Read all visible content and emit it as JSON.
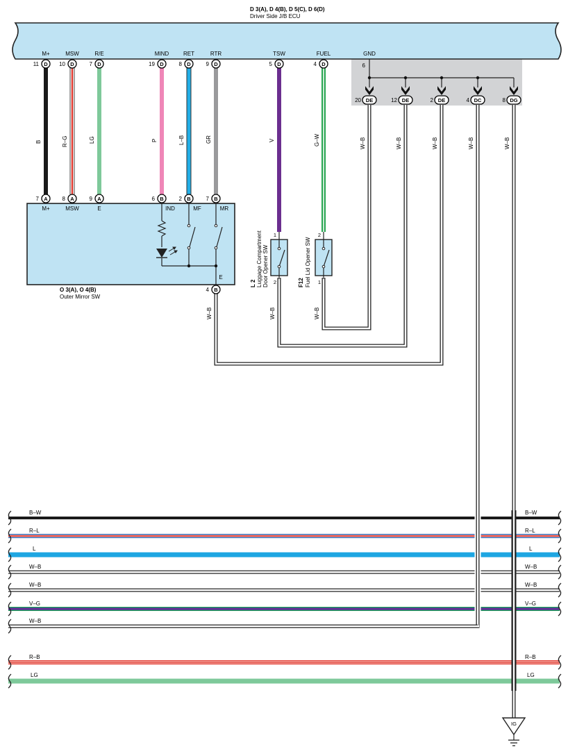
{
  "ecu": {
    "title": "D 3(A), D 4(B), D 5(C), D 6(D)",
    "subtitle": "Driver Side J/B ECU",
    "pins": [
      {
        "label": "M+",
        "num": "11",
        "conn": "D"
      },
      {
        "label": "MSW",
        "num": "10",
        "conn": "D"
      },
      {
        "label": "R/E",
        "num": "7",
        "conn": "D"
      },
      {
        "label": "MIND",
        "num": "19",
        "conn": "D"
      },
      {
        "label": "RET",
        "num": "8",
        "conn": "D"
      },
      {
        "label": "RTR",
        "num": "9",
        "conn": "D"
      },
      {
        "label": "TSW",
        "num": "5",
        "conn": "D"
      },
      {
        "label": "FUEL",
        "num": "4",
        "conn": "D"
      },
      {
        "label": "GND",
        "num": "6",
        "conn": ""
      }
    ],
    "ground_pins": [
      {
        "num": "20",
        "conn": "DE"
      },
      {
        "num": "12",
        "conn": "DE"
      },
      {
        "num": "2",
        "conn": "DE"
      },
      {
        "num": "4",
        "conn": "DC"
      },
      {
        "num": "8",
        "conn": "DG"
      }
    ]
  },
  "wires_top": [
    {
      "color_code": "B",
      "hex": "#1a1a1a"
    },
    {
      "color_code": "R–G",
      "hex": "#e2382e"
    },
    {
      "color_code": "LG",
      "hex": "#7ec99a"
    },
    {
      "color_code": "P",
      "hex": "#ef86b7"
    },
    {
      "color_code": "L–B",
      "hex": "#22aee6"
    },
    {
      "color_code": "GR",
      "hex": "#9a9a9c"
    },
    {
      "color_code": "V",
      "hex": "#6b2f8f"
    },
    {
      "color_code": "G–W",
      "hex": "#2aa653"
    }
  ],
  "ground_wire_label": "W–B",
  "mirror_sw": {
    "title": "O 3(A), O 4(B)",
    "subtitle": "Outer Mirror SW",
    "pins": [
      {
        "num": "7",
        "conn": "A",
        "label": "M+"
      },
      {
        "num": "8",
        "conn": "A",
        "label": "MSW"
      },
      {
        "num": "9",
        "conn": "A",
        "label": "E"
      },
      {
        "num": "6",
        "conn": "B",
        "label": "IND"
      },
      {
        "num": "2",
        "conn": "B",
        "label": "MF"
      },
      {
        "num": "7",
        "conn": "B",
        "label": "MR"
      }
    ],
    "bottom_pin": {
      "num": "4",
      "conn": "B",
      "label": "E"
    }
  },
  "luggage_sw": {
    "id": "L 2",
    "name_1": "Luggage Compartment",
    "name_2": "Door Opener SW",
    "pin_top": "1",
    "pin_bottom": "2"
  },
  "fuel_sw": {
    "id": "F12",
    "name": "Fuel Lid Opener SW",
    "pin_top": "2",
    "pin_bottom": "1"
  },
  "bus_wires": [
    {
      "label": "B–W",
      "hex": "#1a1a1a"
    },
    {
      "label": "R–L",
      "hex": "#e2382e"
    },
    {
      "label": "L",
      "hex": "#1ea6e2"
    },
    {
      "label": "W–B",
      "hex": "#ffffff"
    },
    {
      "label": "W–B",
      "hex": "#ffffff"
    },
    {
      "label": "V–G",
      "hex": "#6b2f8f"
    },
    {
      "label": "W–B",
      "hex": "#ffffff"
    },
    {
      "label": "R–B",
      "hex": "#e2382e"
    },
    {
      "label": "LG",
      "hex": "#7ec99a"
    }
  ],
  "ground": {
    "label": "IG"
  },
  "colors": {
    "ecu_fill": "#bfe3f3",
    "switch_fill": "#bfe3f3",
    "gnd_block": "#d2d3d5"
  }
}
